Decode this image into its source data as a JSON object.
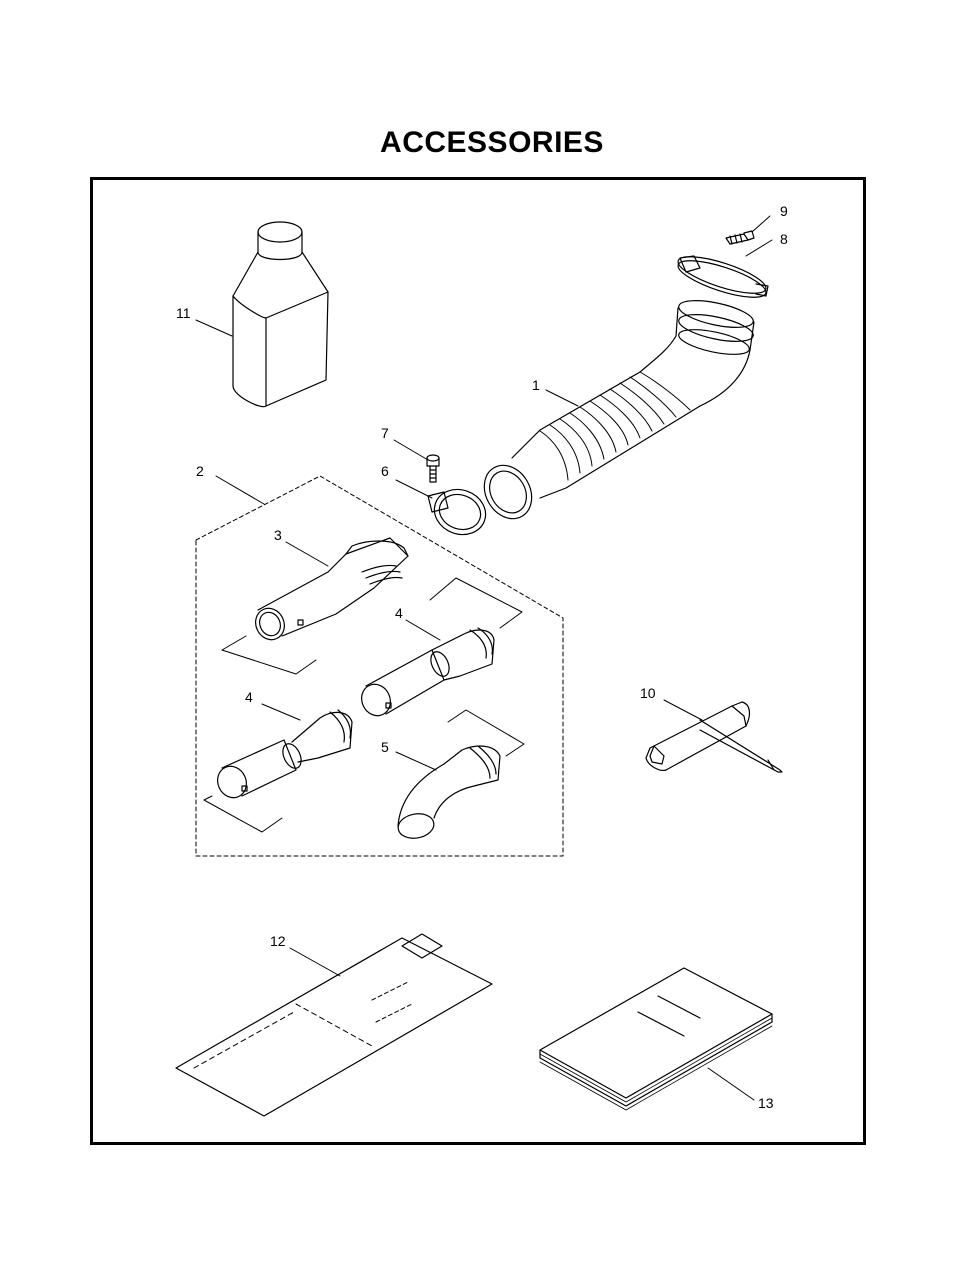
{
  "title": "ACCESSORIES",
  "callouts": {
    "c1": "1",
    "c2": "2",
    "c3": "3",
    "c4a": "4",
    "c4b": "4",
    "c5": "5",
    "c6": "6",
    "c7": "7",
    "c8": "8",
    "c9": "9",
    "c10": "10",
    "c11": "11",
    "c12": "12",
    "c13": "13"
  },
  "icons": [
    "oil-bottle",
    "flex-hose",
    "hose-clamp",
    "clamp-screw",
    "nozzle-kit",
    "pipe",
    "curved-nozzle",
    "spark-plug-wrench",
    "envelope",
    "manual"
  ]
}
